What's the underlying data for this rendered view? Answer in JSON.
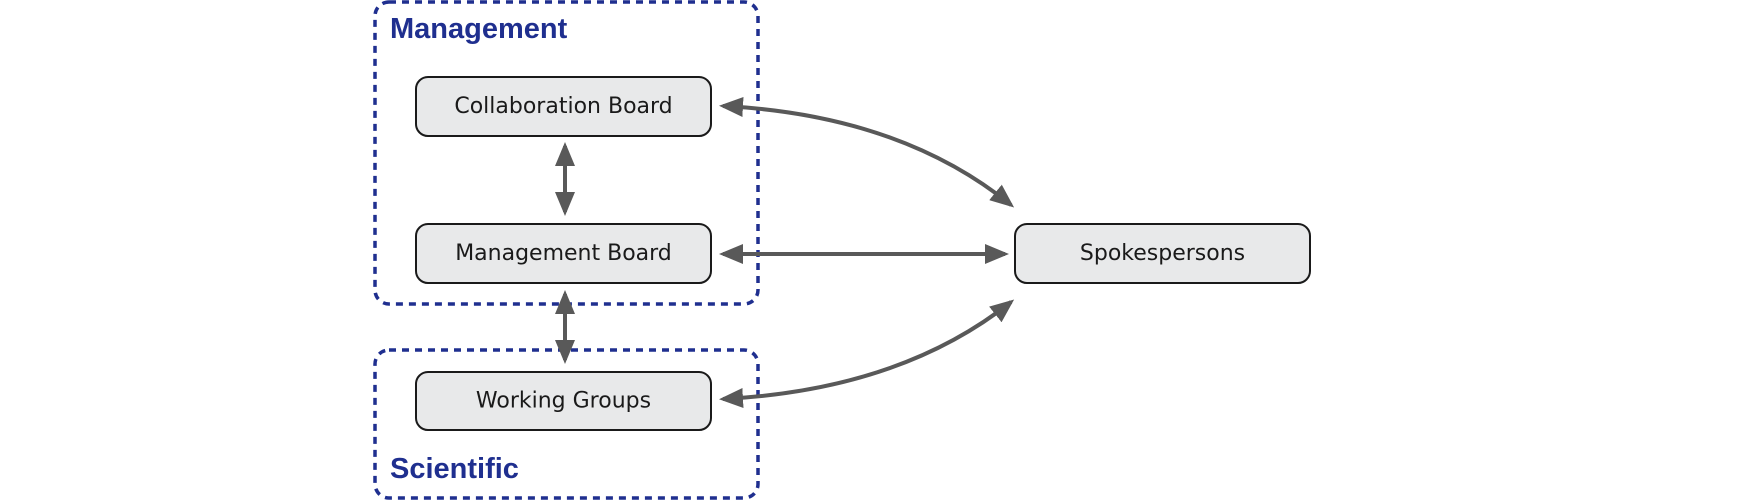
{
  "diagram": {
    "groups": {
      "management": {
        "title": "Management"
      },
      "scientific": {
        "title": "Scientific"
      }
    },
    "nodes": {
      "collaboration_board": {
        "label": "Collaboration Board"
      },
      "management_board": {
        "label": "Management Board"
      },
      "working_groups": {
        "label": "Working Groups"
      },
      "spokespersons": {
        "label": "Spokespersons"
      }
    },
    "edges": [
      {
        "from": "Collaboration Board",
        "to": "Management Board",
        "direction": "both"
      },
      {
        "from": "Management Board",
        "to": "Working Groups",
        "direction": "both"
      },
      {
        "from": "Collaboration Board",
        "to": "Spokespersons",
        "direction": "both"
      },
      {
        "from": "Management Board",
        "to": "Spokespersons",
        "direction": "both"
      },
      {
        "from": "Working Groups",
        "to": "Spokespersons",
        "direction": "both"
      }
    ],
    "colors": {
      "group_border": "#1f2f8f",
      "group_title": "#1f2f8f",
      "node_fill": "#e8e9ea",
      "node_border": "#1a1a1a",
      "edge": "#595959"
    }
  }
}
